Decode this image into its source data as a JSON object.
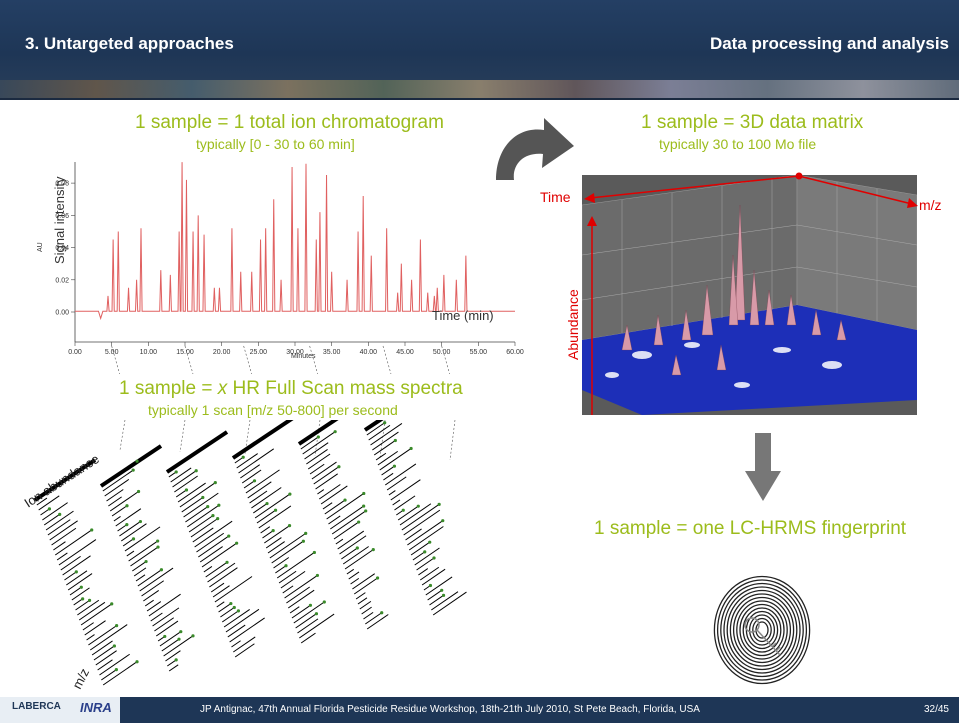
{
  "header": {
    "section_title": "3. Untargeted approaches",
    "topic_title": "Data processing and analysis"
  },
  "chromatogram": {
    "title": "1 sample = 1 total ion chromatogram",
    "subtitle": "typically [0 - 30 to 60 min]",
    "y_label": "Signal intensity",
    "x_label": "Time (min)",
    "au_label": "AU",
    "minutes_label": "Minutes",
    "x_ticks": [
      "0.00",
      "5.00",
      "10.00",
      "15.00",
      "20.00",
      "25.00",
      "30.00",
      "35.00",
      "40.00",
      "45.00",
      "50.00",
      "55.00",
      "60.00"
    ],
    "y_ticks": [
      "0.00",
      "0.02",
      "0.04",
      "0.06",
      "0.08"
    ],
    "line_color": "#e06060",
    "peaks": [
      [
        4.5,
        0.01
      ],
      [
        5.2,
        0.045
      ],
      [
        5.9,
        0.05
      ],
      [
        7.3,
        0.015
      ],
      [
        8.4,
        0.02
      ],
      [
        9.0,
        0.052
      ],
      [
        11.7,
        0.026
      ],
      [
        13.0,
        0.023
      ],
      [
        14.2,
        0.05
      ],
      [
        14.6,
        0.093
      ],
      [
        15.2,
        0.082
      ],
      [
        16.1,
        0.05
      ],
      [
        16.8,
        0.06
      ],
      [
        17.6,
        0.048
      ],
      [
        19.0,
        0.015
      ],
      [
        19.7,
        0.015
      ],
      [
        21.4,
        0.052
      ],
      [
        22.6,
        0.025
      ],
      [
        24.1,
        0.025
      ],
      [
        25.3,
        0.045
      ],
      [
        26.0,
        0.052
      ],
      [
        27.1,
        0.07
      ],
      [
        28.1,
        0.02
      ],
      [
        29.6,
        0.09
      ],
      [
        30.4,
        0.052
      ],
      [
        31.5,
        0.092
      ],
      [
        32.9,
        0.045
      ],
      [
        33.4,
        0.062
      ],
      [
        34.3,
        0.085
      ],
      [
        35.0,
        0.025
      ],
      [
        37.1,
        0.02
      ],
      [
        38.6,
        0.05
      ],
      [
        39.3,
        0.072
      ],
      [
        40.4,
        0.035
      ],
      [
        42.5,
        0.052
      ],
      [
        44.0,
        0.012
      ],
      [
        44.5,
        0.03
      ],
      [
        45.9,
        0.02
      ],
      [
        47.1,
        0.045
      ],
      [
        48.1,
        0.012
      ],
      [
        49.0,
        0.01
      ],
      [
        49.4,
        0.015
      ],
      [
        50.3,
        0.023
      ],
      [
        52.0,
        0.02
      ],
      [
        53.3,
        0.035
      ]
    ]
  },
  "matrix": {
    "title": "1 sample = 3D data matrix",
    "subtitle": "typically 30 to 100 Mo file",
    "time_label": "Time",
    "mz_label": "m/z",
    "abundance_label": "Abundance",
    "arrow_color": "#e00000"
  },
  "spectra": {
    "title_prefix": "1 sample = ",
    "title_var": "x",
    "title_suffix": "  HR Full Scan mass spectra",
    "subtitle": "typically 1 scan [m/z 50-800] per second",
    "ion_label": "Ion abundance",
    "mz_label": "m/z"
  },
  "fingerprint": {
    "title": "1 sample = one LC-HRMS fingerprint"
  },
  "footer": {
    "citation": "JP Antignac, 47th Annual Florida Pesticide Residue Workshop, 18th-21th July 2010, St Pete Beach, Florida, USA",
    "page": "32/45",
    "logo_laberca": "LABERCA",
    "logo_inra": "INRA"
  },
  "colors": {
    "accent_green": "#9cbc1c",
    "header_blue": "#1e3656",
    "arrow_red": "#e00000"
  }
}
